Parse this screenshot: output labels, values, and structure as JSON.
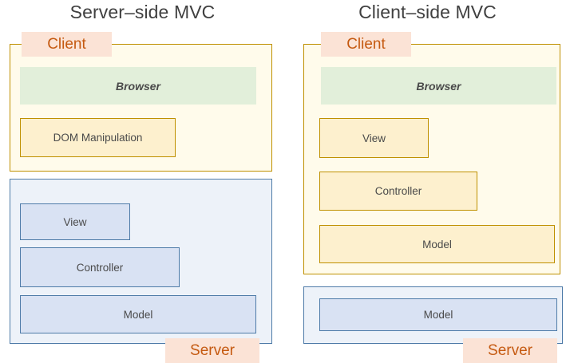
{
  "diagrams": [
    {
      "id": "server-side",
      "title": "Server–side MVC",
      "client": {
        "badge": "Client",
        "blocks": [
          {
            "label": "Browser",
            "style": "browser"
          },
          {
            "label": "DOM Manipulation",
            "style": "yellow"
          }
        ]
      },
      "server": {
        "badge": "Server",
        "blocks": [
          {
            "label": "View",
            "style": "blue"
          },
          {
            "label": "Controller",
            "style": "blue"
          },
          {
            "label": "Model",
            "style": "blue"
          }
        ]
      }
    },
    {
      "id": "client-side",
      "title": "Client–side MVC",
      "client": {
        "badge": "Client",
        "blocks": [
          {
            "label": "Browser",
            "style": "browser"
          },
          {
            "label": "View",
            "style": "yellow"
          },
          {
            "label": "Controller",
            "style": "yellow"
          },
          {
            "label": "Model",
            "style": "yellow"
          }
        ]
      },
      "server": {
        "badge": "Server",
        "blocks": [
          {
            "label": "Model",
            "style": "blue"
          }
        ]
      }
    }
  ],
  "colors": {
    "client_zone_fill": "#FFFBEB",
    "client_zone_border": "#BF9000",
    "server_zone_fill": "#EDF2F9",
    "server_zone_border": "#4E7BA8",
    "badge_fill": "#FBE3D6",
    "badge_text": "#C55A11",
    "browser_fill": "#E2EFDA",
    "yellow_block_fill": "#FDF0CE",
    "blue_block_fill": "#D9E2F3",
    "title_text": "#404040",
    "block_text": "#4A4A4A"
  }
}
